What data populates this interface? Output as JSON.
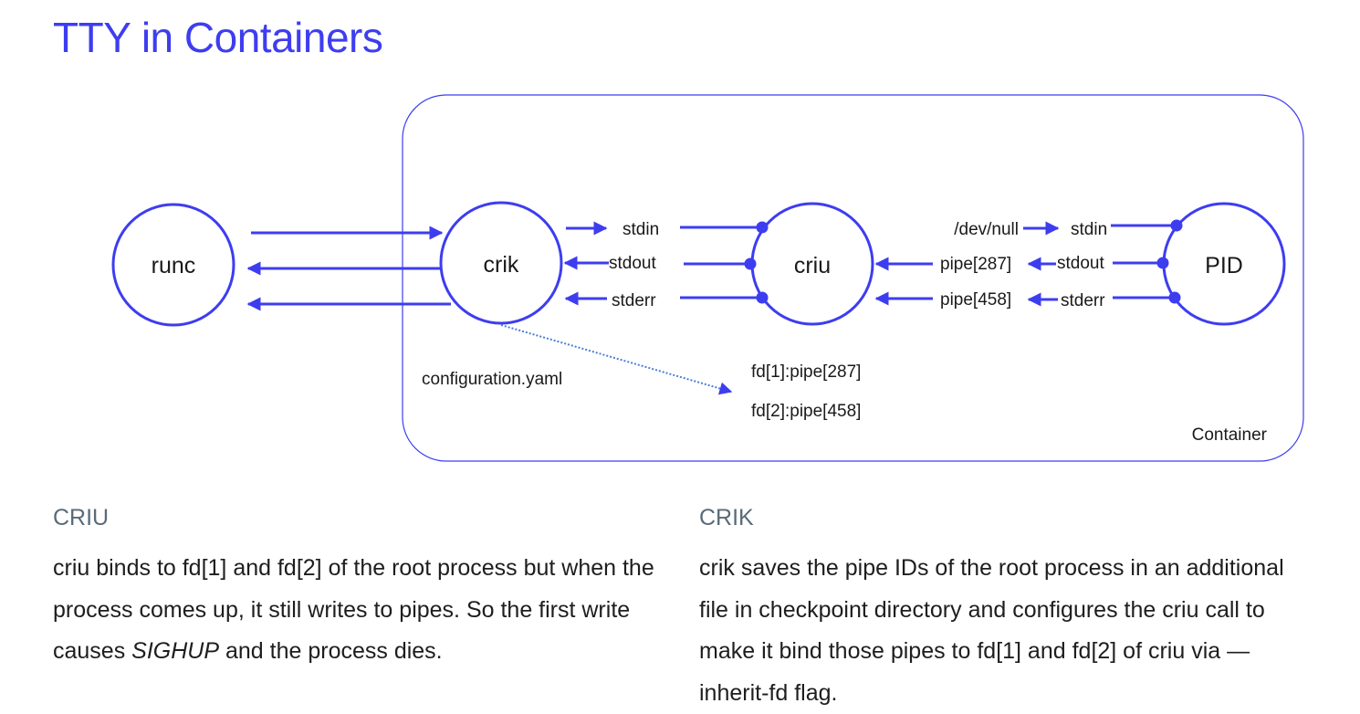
{
  "title": "TTY in Containers",
  "colors": {
    "accent": "#3d3df0",
    "link": "#4a7fd6"
  },
  "diagram": {
    "container_label": "Container",
    "nodes": {
      "runc": "runc",
      "crik": "crik",
      "criu": "criu",
      "pid": "PID"
    },
    "crik_criu_streams": {
      "stdin": "stdin",
      "stdout": "stdout",
      "stderr": "stderr"
    },
    "criu_pid_streams": {
      "devnull": "/dev/null",
      "stdin": "stdin",
      "pipe287": "pipe[287]",
      "stdout": "stdout",
      "pipe458": "pipe[458]",
      "stderr": "stderr"
    },
    "config_file": "configuration.yaml",
    "fd_map": [
      "fd[1]:pipe[287]",
      "fd[2]:pipe[458]"
    ]
  },
  "sections": {
    "left": {
      "heading": "CRIU",
      "body_before": "criu binds to fd[1] and fd[2] of the root process but when the process comes up, it still writes to pipes. So the first write causes ",
      "body_emphasis": "SIGHUP",
      "body_after": " and the process dies."
    },
    "right": {
      "heading": "CRIK",
      "body": "crik saves the pipe IDs of the root process in an additional file in checkpoint directory and configures the criu call to make it bind those pipes to fd[1] and fd[2] of criu via —inherit-fd flag."
    }
  }
}
